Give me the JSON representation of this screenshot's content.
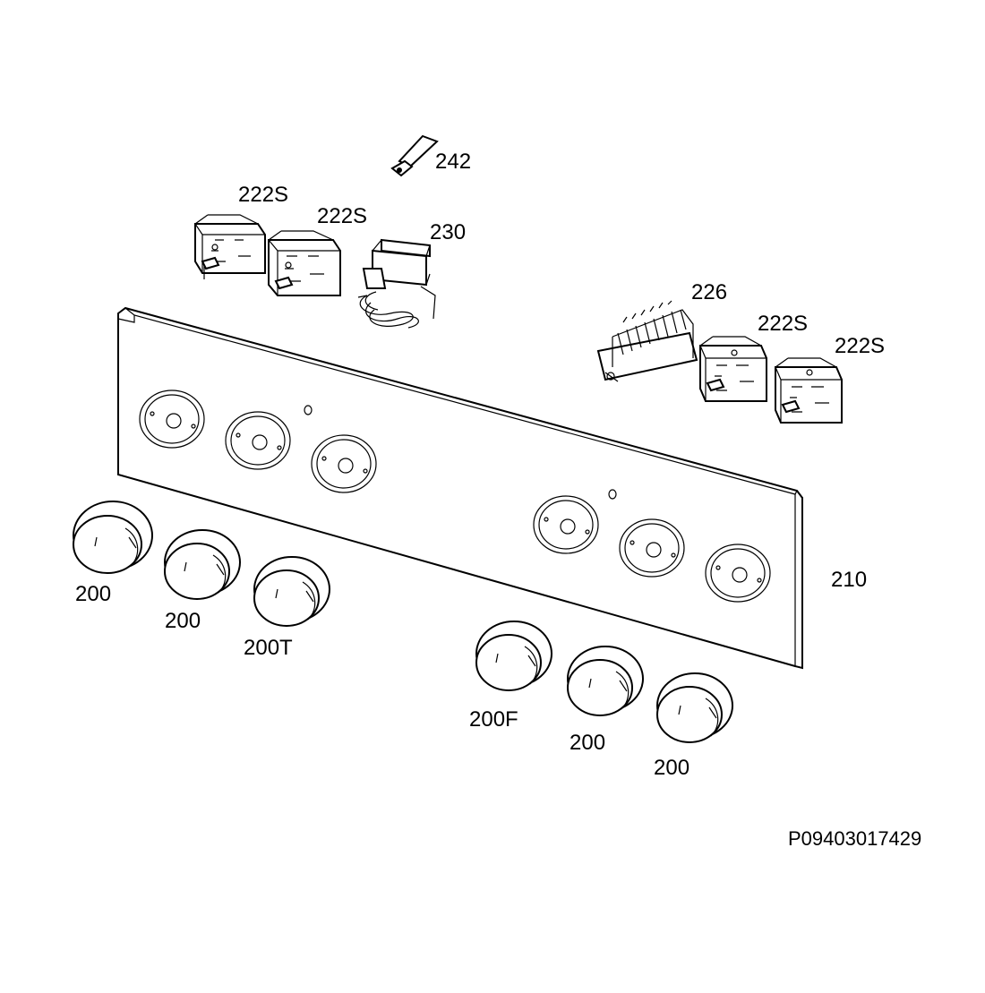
{
  "labels": {
    "p242": "242",
    "p222s_1": "222S",
    "p222s_2": "222S",
    "p230": "230",
    "p226": "226",
    "p222s_3": "222S",
    "p222s_4": "222S",
    "p210": "210",
    "p200_1": "200",
    "p200_2": "200",
    "p200t": "200T",
    "p200f": "200F",
    "p200_3": "200",
    "p200_4": "200"
  },
  "drawing_code": "P09403017429"
}
